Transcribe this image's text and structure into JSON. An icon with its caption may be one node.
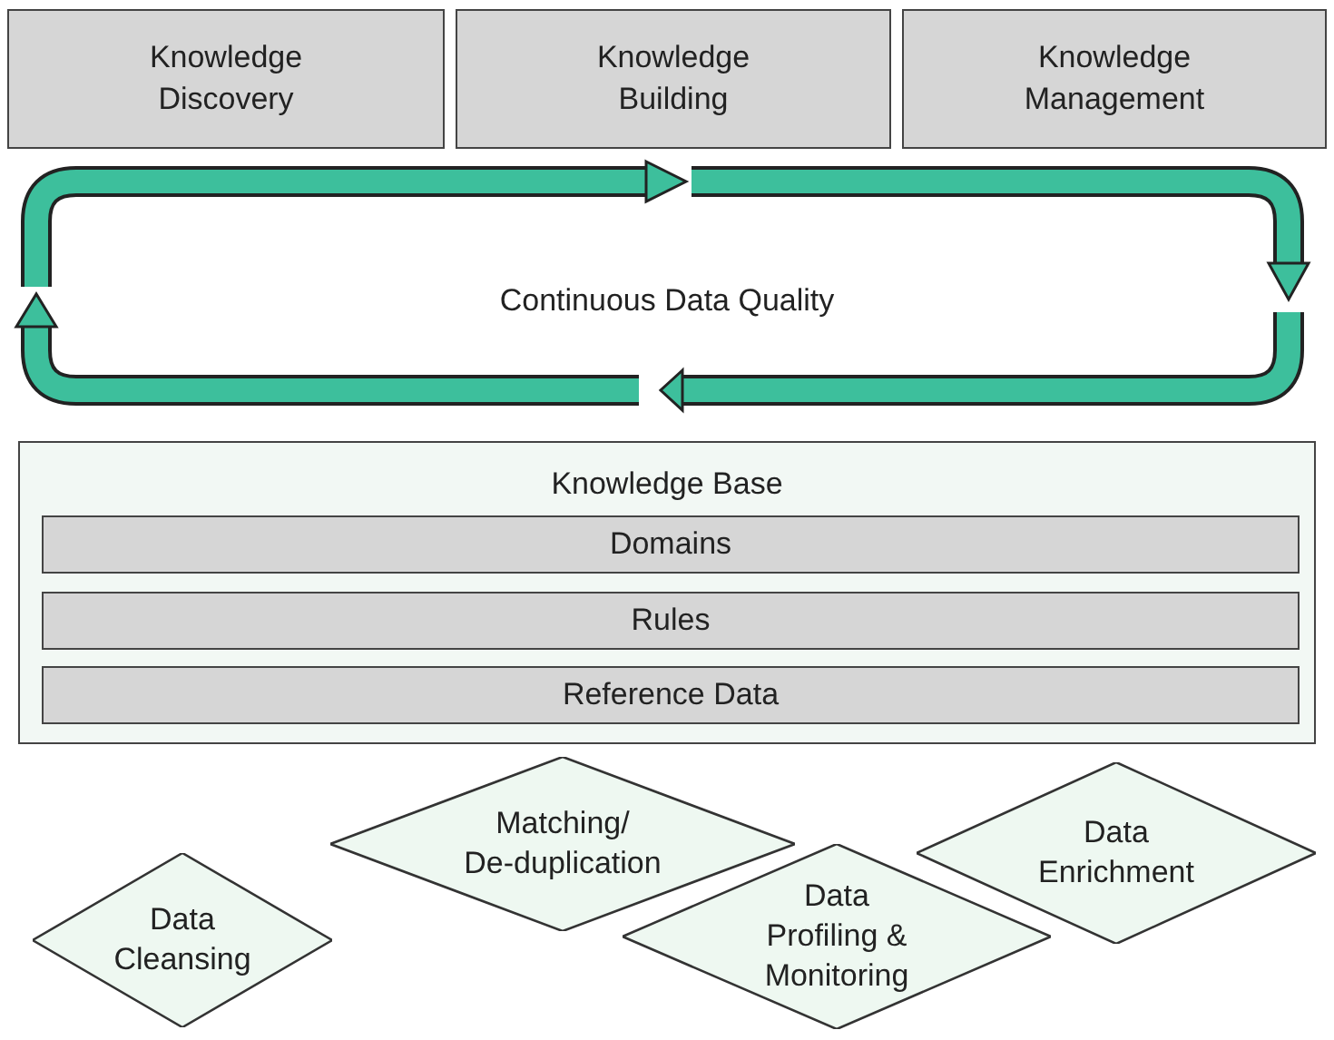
{
  "diagram": {
    "nodes": [
      {
        "text": [
          "Knowledge Discovery"
        ]
      },
      {
        "text": [
          "Knowledge Building"
        ]
      },
      {
        "text": [
          "Knowledge Management"
        ]
      },
      {
        "text": [
          "Knowledge Base"
        ]
      },
      {
        "text": [
          "Domains"
        ],
        "in": 3
      },
      {
        "text": [
          "Rules"
        ],
        "in": 3
      },
      {
        "text": [
          "Reference Data"
        ],
        "in": 3
      },
      {
        "text": [
          "Data Cleansing"
        ]
      },
      {
        "text": [
          "Matching/ De-duplication"
        ]
      },
      {
        "text": [
          "Data Profiling & Monitoring"
        ]
      },
      {
        "text": [
          "Data Enrichment"
        ]
      }
    ],
    "labels": [
      "Continuous Data Quality"
    ]
  }
}
